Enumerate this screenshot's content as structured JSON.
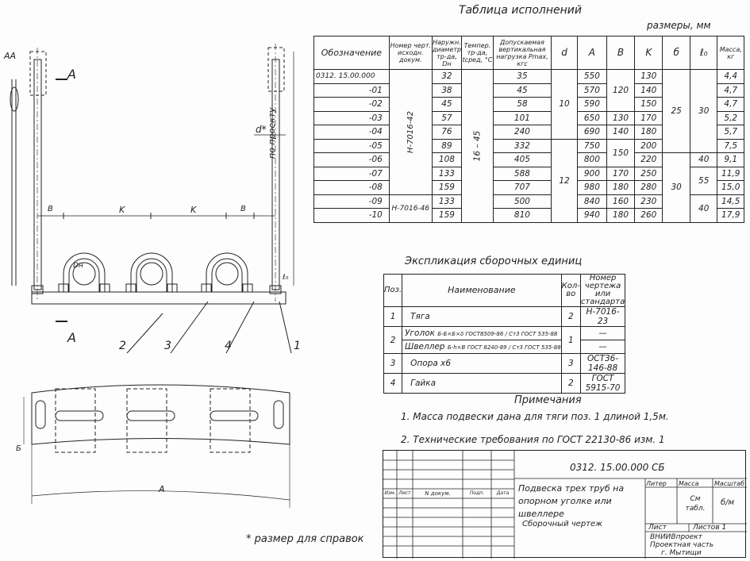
{
  "drawing": {
    "labels": {
      "section_a_top": "A",
      "section_a_bottom": "A",
      "top_left_mark": "AA",
      "dim_d": "d*",
      "dim_b_left": "B",
      "dim_k1": "K",
      "dim_k2": "K",
      "dim_b_right": "B",
      "side_note": "по проекту",
      "dn_label": "Dн",
      "l0_label": "ℓ₀",
      "pos1": "1",
      "pos2": "2",
      "pos3": "3",
      "pos4": "4",
      "dim_bb": "Б",
      "dim_a": "A"
    },
    "footnote": "* размер для справок"
  },
  "performance_table": {
    "title": "Таблица исполнений",
    "units": "размеры, мм",
    "headers": [
      "Обозначение",
      "Номер черт. исходн. докум.",
      "Наружн. диаметр тр-да, Dн",
      "Темпер. тр-да, tсред, °C",
      "Допускаемая вертикальная нагрузка Pmax, кгс",
      "d",
      "A",
      "B",
      "K",
      "б",
      "ℓ₀",
      "Масса, кг"
    ],
    "designations": [
      "0312. 15.00.000",
      "-01",
      "-02",
      "-03",
      "-04",
      "-05",
      "-06",
      "-07",
      "-08",
      "-09",
      "-10"
    ],
    "doc_numbers": [
      "Н-7016-42",
      "Н-7016-46"
    ],
    "temperature": "16 – 45",
    "dn": [
      "32",
      "38",
      "45",
      "57",
      "76",
      "89",
      "108",
      "133",
      "159",
      "133",
      "159"
    ],
    "pmax": [
      "35",
      "45",
      "58",
      "101",
      "240",
      "332",
      "405",
      "588",
      "707",
      "500",
      "810"
    ],
    "d": [
      "10",
      "12"
    ],
    "a": [
      "550",
      "570",
      "590",
      "650",
      "690",
      "750",
      "800",
      "900",
      "980",
      "840",
      "940"
    ],
    "b": [
      "120",
      "130",
      "140",
      "150",
      "170",
      "180",
      "160",
      "180"
    ],
    "k": [
      "130",
      "140",
      "150",
      "170",
      "180",
      "200",
      "220",
      "250",
      "280",
      "230",
      "260"
    ],
    "bb": [
      "25",
      "30"
    ],
    "l0": [
      "30",
      "40",
      "55",
      "40"
    ],
    "mass": [
      "4,4",
      "4,7",
      "4,7",
      "5,2",
      "5,7",
      "7,5",
      "9,1",
      "11,9",
      "15,0",
      "14,5",
      "17,9"
    ]
  },
  "explication": {
    "title": "Экспликация сборочных единиц",
    "headers": [
      "Поз.",
      "Наименование",
      "Кол-во",
      "Номер чертежа или стандарта"
    ],
    "rows": [
      {
        "pos": "1",
        "name": "Тяга",
        "qty": "2",
        "doc": "Н-7016-23"
      },
      {
        "pos": "2",
        "name": "Уголок",
        "spec": "Б-Б×Б×δ ГОСТ8509-86 / Ст3 ГОСТ 535-88",
        "qty": "1",
        "doc": "—"
      },
      {
        "pos": "",
        "name": "Швеллер",
        "spec": "Б-h×В ГОСТ 8240-89 / Ст3 ГОСТ 535-88",
        "qty": "",
        "doc": "—"
      },
      {
        "pos": "3",
        "name": "Опора х6",
        "qty": "3",
        "doc": "ОСТ36-146-88"
      },
      {
        "pos": "4",
        "name": "Гайка",
        "qty": "2",
        "doc": "ГОСТ 5915-70"
      }
    ]
  },
  "notes": {
    "title": "Примечания",
    "items": [
      "1. Масса подвески дана для тяги поз. 1 длиной 1,5м.",
      "2. Технические требования по ГОСТ 22130-86 изм. 1"
    ]
  },
  "title_block": {
    "doc_code": "0312. 15.00.000 СБ",
    "title": "Подвеска трех труб на опорном уголке или швеллере",
    "subtitle": "Сборочный чертеж",
    "col_heads": [
      "Изм.",
      "Лист",
      "N докум.",
      "Подп.",
      "Дата"
    ],
    "liter": "Литер",
    "mass": "Масса",
    "scale": "Масштаб",
    "mass_value": "См табл.",
    "scale_value": "б/м",
    "sheet": "Лист",
    "sheets": "Листов 1",
    "org_lines": [
      "ВНИИВпроект",
      "Проектная часть",
      "г. Мытищи"
    ]
  }
}
